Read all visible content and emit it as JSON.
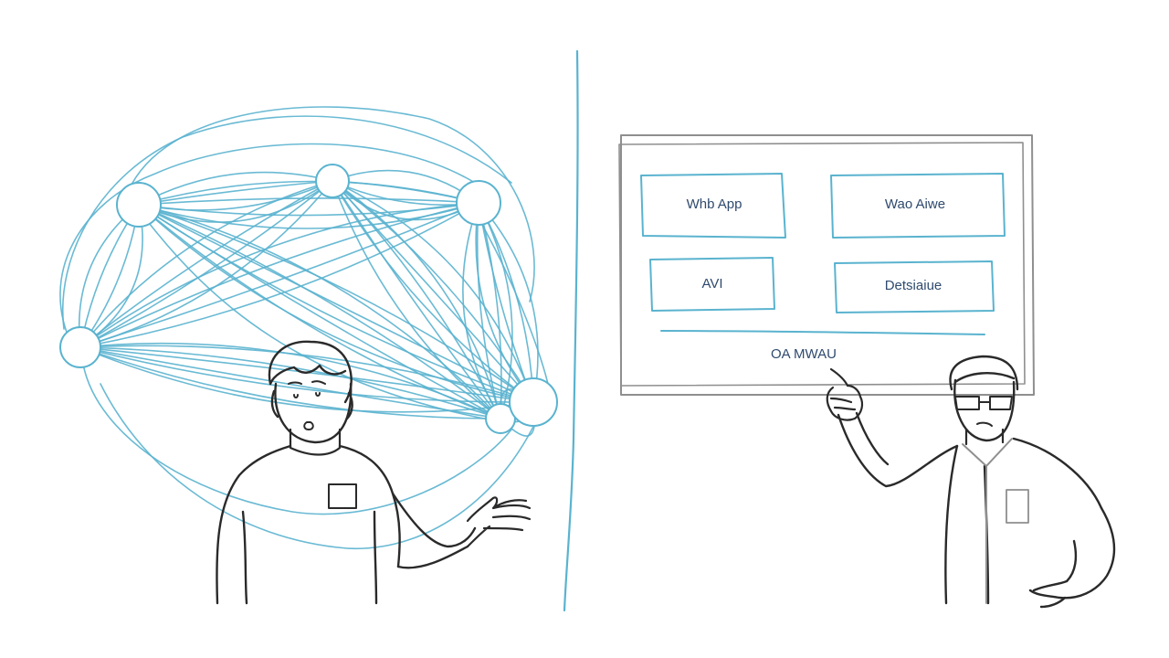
{
  "left_panel": {
    "node_count": 6,
    "connection_color": "#5ab3cf"
  },
  "right_panel": {
    "board_boxes": [
      {
        "label": "Whb App"
      },
      {
        "label": "Wao Aiwe"
      },
      {
        "label": "AVI"
      },
      {
        "label": "Detsiaiue"
      }
    ],
    "footer_label": "OA MWAU",
    "box_stroke_color": "#5ab3cf",
    "label_color": "#2f4a6e"
  },
  "divider_color": "#5ab3cf"
}
